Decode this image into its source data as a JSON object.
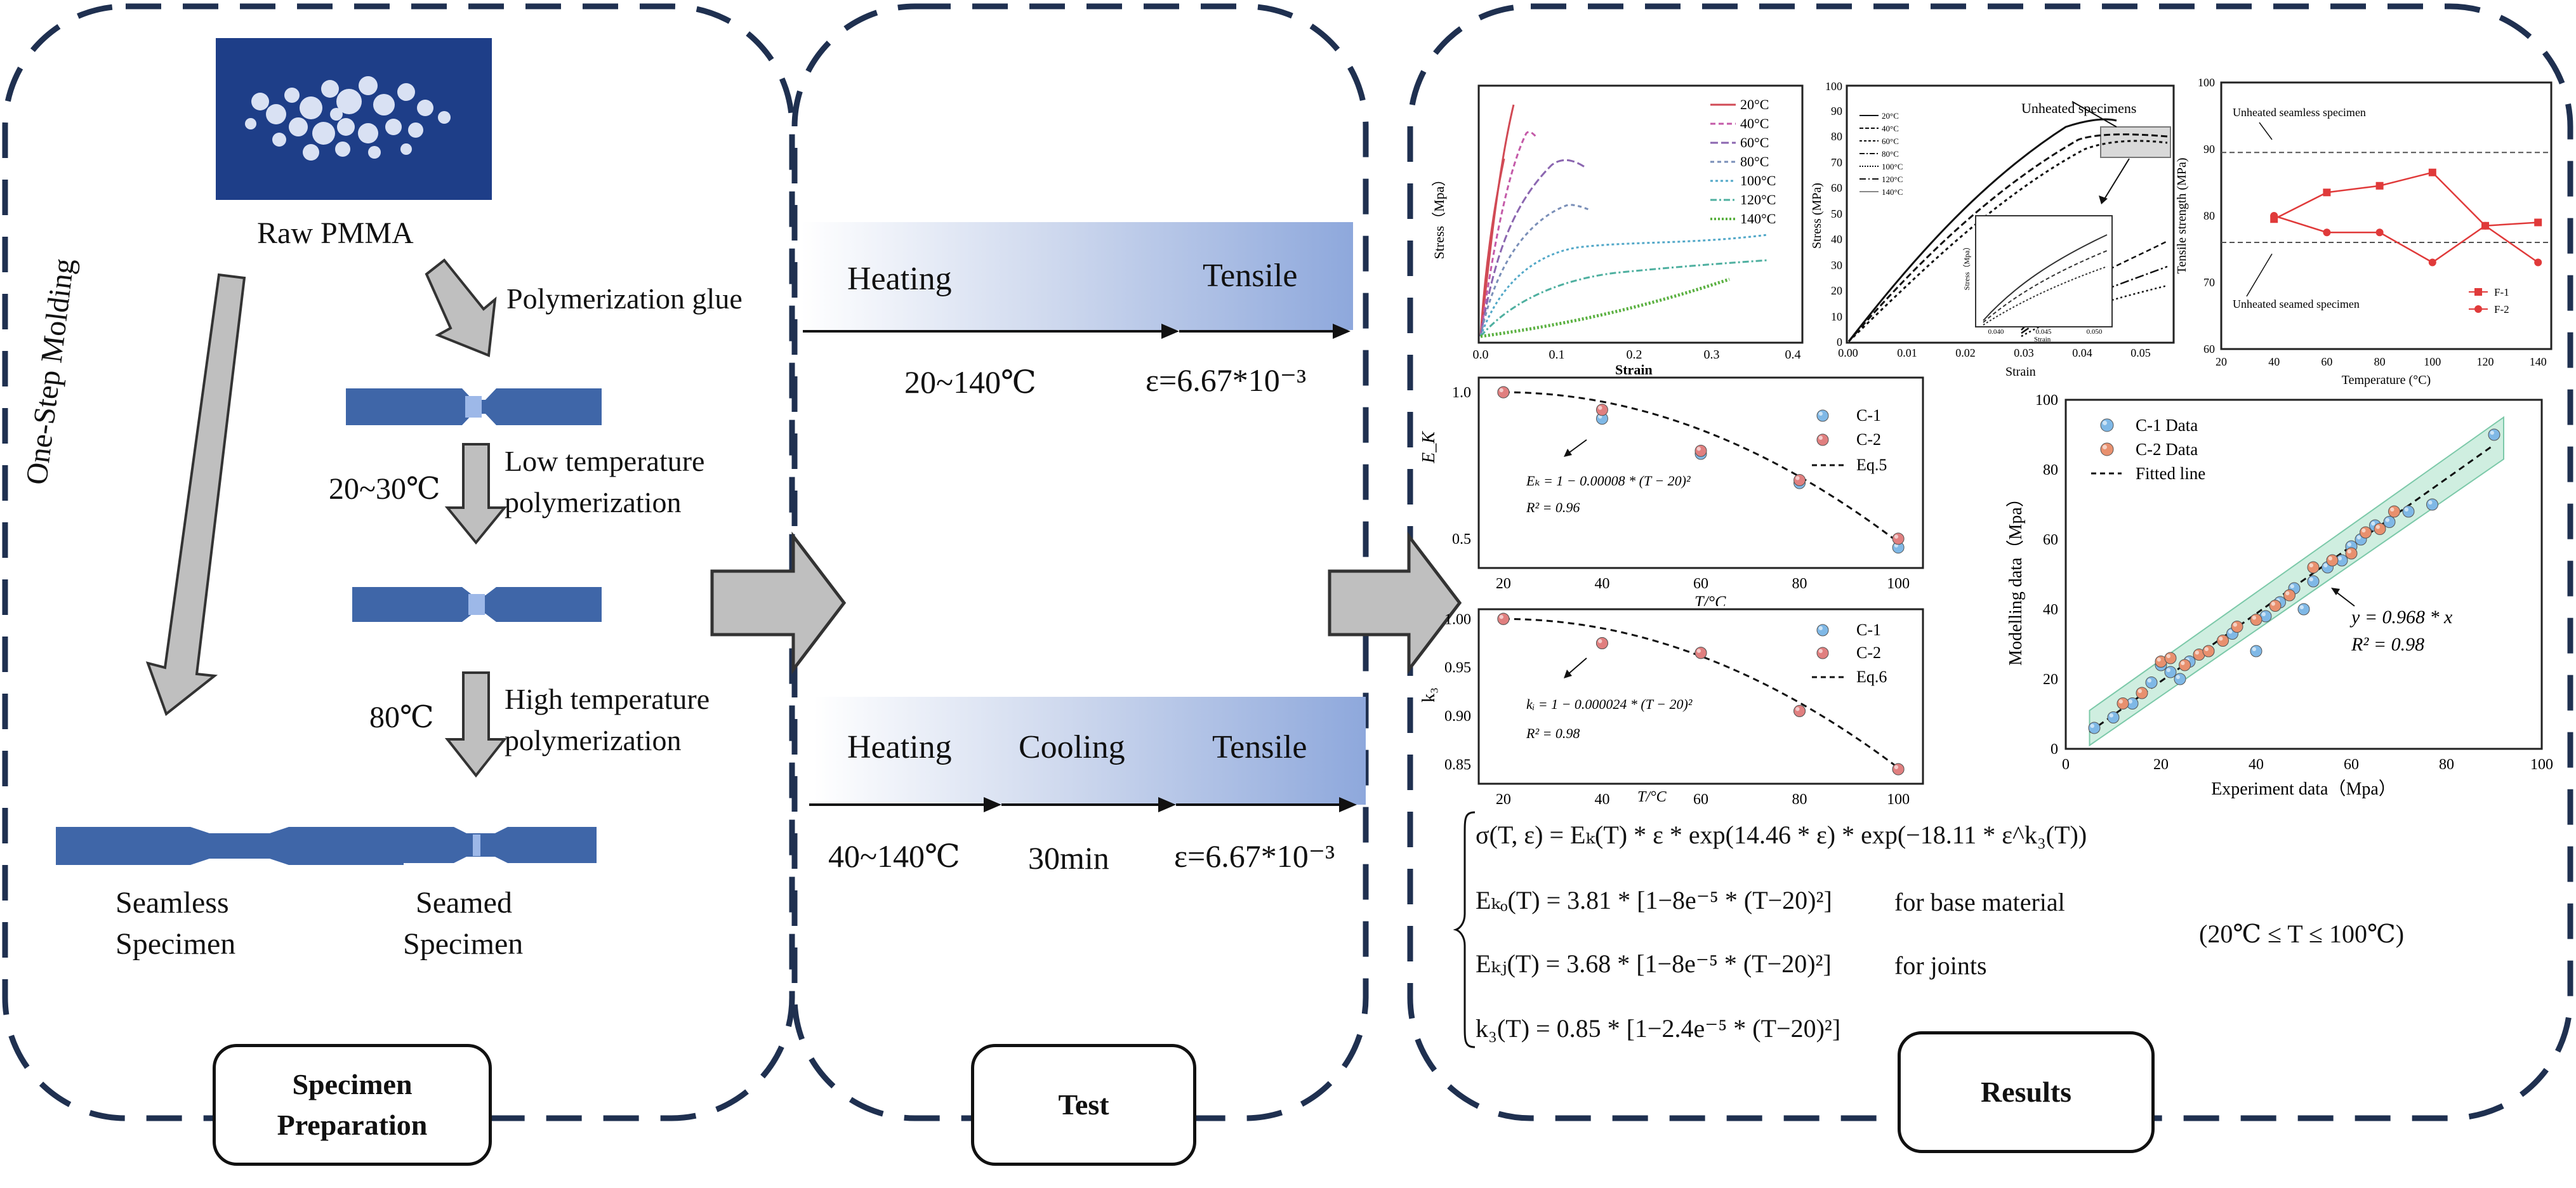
{
  "colors": {
    "frame": "#1f3050",
    "specimen": "#3f66a8",
    "joint": "#9db8e8",
    "arrow_fill": "#bfbfbf",
    "c1": "#7fb8e6",
    "c2": "#e07f7f",
    "band": "#cfeee0"
  },
  "preparation": {
    "photo_label": "Raw PMMA",
    "one_step": "One-Step Molding",
    "glue_label": "Polymerization glue",
    "low_temp": "20~30℃",
    "low_label_1": "Low temperature",
    "low_label_2": "polymerization",
    "high_temp": "80℃",
    "high_label_1": "High temperature",
    "high_label_2": "polymerization",
    "seamless_1": "Seamless",
    "seamless_2": "Specimen",
    "seamed_1": "Seamed",
    "seamed_2": "Specimen",
    "title_1": "Specimen",
    "title_2": "Preparation"
  },
  "test": {
    "row1": {
      "heating": "Heating",
      "tensile": "Tensile",
      "temp": "20~140℃",
      "rate": "ε=6.67*10⁻³"
    },
    "row2": {
      "heating": "Heating",
      "cooling": "Cooling",
      "tensile": "Tensile",
      "temp": "40~140℃",
      "time": "30min",
      "rate": "ε=6.67*10⁻³"
    },
    "title": "Test"
  },
  "results": {
    "title": "Results",
    "stress_chart": {
      "ylabel": "Stress（Mpa）",
      "xlabel": "Strain",
      "xticks": [
        "0.0",
        "0.1",
        "0.2",
        "0.3",
        "0.4"
      ],
      "legend": [
        "20°C",
        "40°C",
        "60°C",
        "80°C",
        "100°C",
        "120°C",
        "140°C"
      ]
    },
    "stress_chart2": {
      "ylabel": "Stress (MPa)",
      "xlabel": "Strain",
      "yticks": [
        "0",
        "10",
        "20",
        "30",
        "40",
        "50",
        "60",
        "70",
        "80",
        "90",
        "100"
      ],
      "xticks": [
        "0.00",
        "0.01",
        "0.02",
        "0.03",
        "0.04",
        "0.05"
      ],
      "legend": [
        "20°C",
        "40°C",
        "60°C",
        "80°C",
        "100°C",
        "120°C",
        "140°C"
      ],
      "annotation": "Unheated specimens",
      "inset_ylabel": "Stress（Mpa）",
      "inset_xlabel": "Strain",
      "inset_xticks": [
        "0.040",
        "0.045",
        "0.050"
      ]
    },
    "tensile_chart": {
      "ylabel": "Tensile strength (MPa)",
      "xlabel": "Temperature (°C)",
      "yticks": [
        "60",
        "70",
        "80",
        "90",
        "100"
      ],
      "xticks": [
        "20",
        "40",
        "60",
        "80",
        "100",
        "120",
        "140"
      ],
      "note_top": "Unheated seamless specimen",
      "note_bottom": "Unheated seamed specimen",
      "legend": [
        "F-1",
        "F-2"
      ]
    },
    "ek_chart": {
      "ylabel": "E_K",
      "xlabel": "T/°C",
      "yticks": [
        "0.5",
        "1.0"
      ],
      "xticks": [
        "20",
        "40",
        "60",
        "80",
        "100"
      ],
      "legend": [
        "C-1",
        "C-2",
        "Eq.5"
      ],
      "formula": "Eₖ = 1 − 0.00008 * (T − 20)²",
      "r2": "R² = 0.96"
    },
    "k3_chart": {
      "ylabel": "k₃",
      "xlabel": "T/°C",
      "yticks": [
        "0.85",
        "0.90",
        "0.95",
        "1.00"
      ],
      "xticks": [
        "20",
        "40",
        "60",
        "80",
        "100"
      ],
      "legend": [
        "C-1",
        "C-2",
        "Eq.6"
      ],
      "formula": "kᵢ = 1 − 0.000024 * (T − 20)²",
      "r2": "R² = 0.98"
    },
    "model_chart": {
      "ylabel": "Modelling data（Mpa）",
      "xlabel": "Experiment data（Mpa）",
      "yticks": [
        "0",
        "20",
        "40",
        "60",
        "80",
        "100"
      ],
      "xticks": [
        "0",
        "20",
        "40",
        "60",
        "80",
        "100"
      ],
      "legend": [
        "C-1 Data",
        "C-2 Data",
        "Fitted line"
      ],
      "formula": "y = 0.968 * x",
      "r2": "R² = 0.98"
    },
    "equations": {
      "eq1": "σ(T, ε) = Eₖ(T) * ε * exp(14.46 * ε) * exp(−18.11 * ε^k₃(T))",
      "eq2": "Eₖₒ(T) = 3.81 * [1−8e⁻⁵ * (T−20)²]",
      "eq2_note": "for base material",
      "eq3": "Eₖⱼ(T) = 3.68 * [1−8e⁻⁵ * (T−20)²]",
      "eq3_note": "for joints",
      "eq4": "k₃(T) = 0.85 * [1−2.4e⁻⁵ * (T−20)²]",
      "range": "(20℃ ≤ T ≤ 100℃)"
    }
  },
  "chart_data": [
    {
      "type": "scatter",
      "title": "",
      "xlabel": "T/°C",
      "ylabel": "E_K",
      "series": [
        {
          "name": "C-1",
          "x": [
            20,
            40,
            60,
            80,
            100
          ],
          "y": [
            1.0,
            0.91,
            0.79,
            0.69,
            0.47
          ]
        },
        {
          "name": "C-2",
          "x": [
            20,
            40,
            60,
            80,
            100
          ],
          "y": [
            1.0,
            0.94,
            0.8,
            0.7,
            0.5
          ]
        },
        {
          "name": "Eq.5",
          "x": [
            20,
            40,
            60,
            80,
            100
          ],
          "y": [
            1.0,
            0.968,
            0.872,
            0.712,
            0.488
          ]
        }
      ],
      "ylim": [
        0.4,
        1.05
      ],
      "xlim": [
        15,
        105
      ]
    },
    {
      "type": "scatter",
      "title": "",
      "xlabel": "T/°C",
      "ylabel": "k₃",
      "series": [
        {
          "name": "C-1",
          "x": [
            20,
            40,
            60,
            80,
            100
          ],
          "y": [
            1.0,
            0.975,
            0.965,
            0.905,
            0.845
          ]
        },
        {
          "name": "C-2",
          "x": [
            20,
            40,
            60,
            80,
            100
          ],
          "y": [
            1.0,
            0.975,
            0.965,
            0.905,
            0.845
          ]
        },
        {
          "name": "Eq.6",
          "x": [
            20,
            40,
            60,
            80,
            100
          ],
          "y": [
            1.0,
            0.99,
            0.962,
            0.914,
            0.846
          ]
        }
      ],
      "ylim": [
        0.83,
        1.01
      ],
      "xlim": [
        15,
        105
      ]
    },
    {
      "type": "scatter",
      "title": "",
      "xlabel": "Experiment data（Mpa）",
      "ylabel": "Modelling data（Mpa）",
      "series": [
        {
          "name": "C-1 Data",
          "x": [
            6,
            10,
            14,
            18,
            20,
            22,
            24,
            26,
            30,
            35,
            40,
            42,
            45,
            48,
            50,
            52,
            55,
            58,
            60,
            62,
            65,
            68,
            72,
            77,
            90
          ],
          "y": [
            6,
            9,
            13,
            19,
            24,
            22,
            20,
            25,
            28,
            33,
            28,
            38,
            42,
            46,
            40,
            48,
            52,
            54,
            58,
            60,
            64,
            65,
            68,
            70,
            90
          ]
        },
        {
          "name": "C-2 Data",
          "x": [
            12,
            16,
            20,
            22,
            25,
            28,
            30,
            33,
            36,
            40,
            44,
            47,
            52,
            56,
            60,
            63,
            66,
            69
          ],
          "y": [
            13,
            16,
            25,
            26,
            24,
            27,
            28,
            31,
            35,
            37,
            41,
            44,
            52,
            54,
            56,
            62,
            63,
            68
          ]
        },
        {
          "name": "Fitted line",
          "x": [
            5,
            90
          ],
          "y": [
            4.84,
            87.12
          ]
        }
      ],
      "xlim": [
        0,
        100
      ],
      "ylim": [
        0,
        100
      ]
    },
    {
      "type": "line",
      "title": "",
      "xlabel": "Temperature (°C)",
      "ylabel": "Tensile strength (MPa)",
      "series": [
        {
          "name": "F-1",
          "x": [
            40,
            60,
            80,
            100,
            120,
            140
          ],
          "y": [
            79.5,
            83.5,
            84.5,
            86.5,
            78.5,
            79
          ]
        },
        {
          "name": "F-2",
          "x": [
            40,
            60,
            80,
            100,
            120,
            140
          ],
          "y": [
            80,
            77.5,
            77.5,
            73,
            78.5,
            73
          ]
        }
      ],
      "reference_lines": [
        89.5,
        76
      ],
      "xlim": [
        20,
        145
      ],
      "ylim": [
        60,
        100
      ]
    }
  ]
}
